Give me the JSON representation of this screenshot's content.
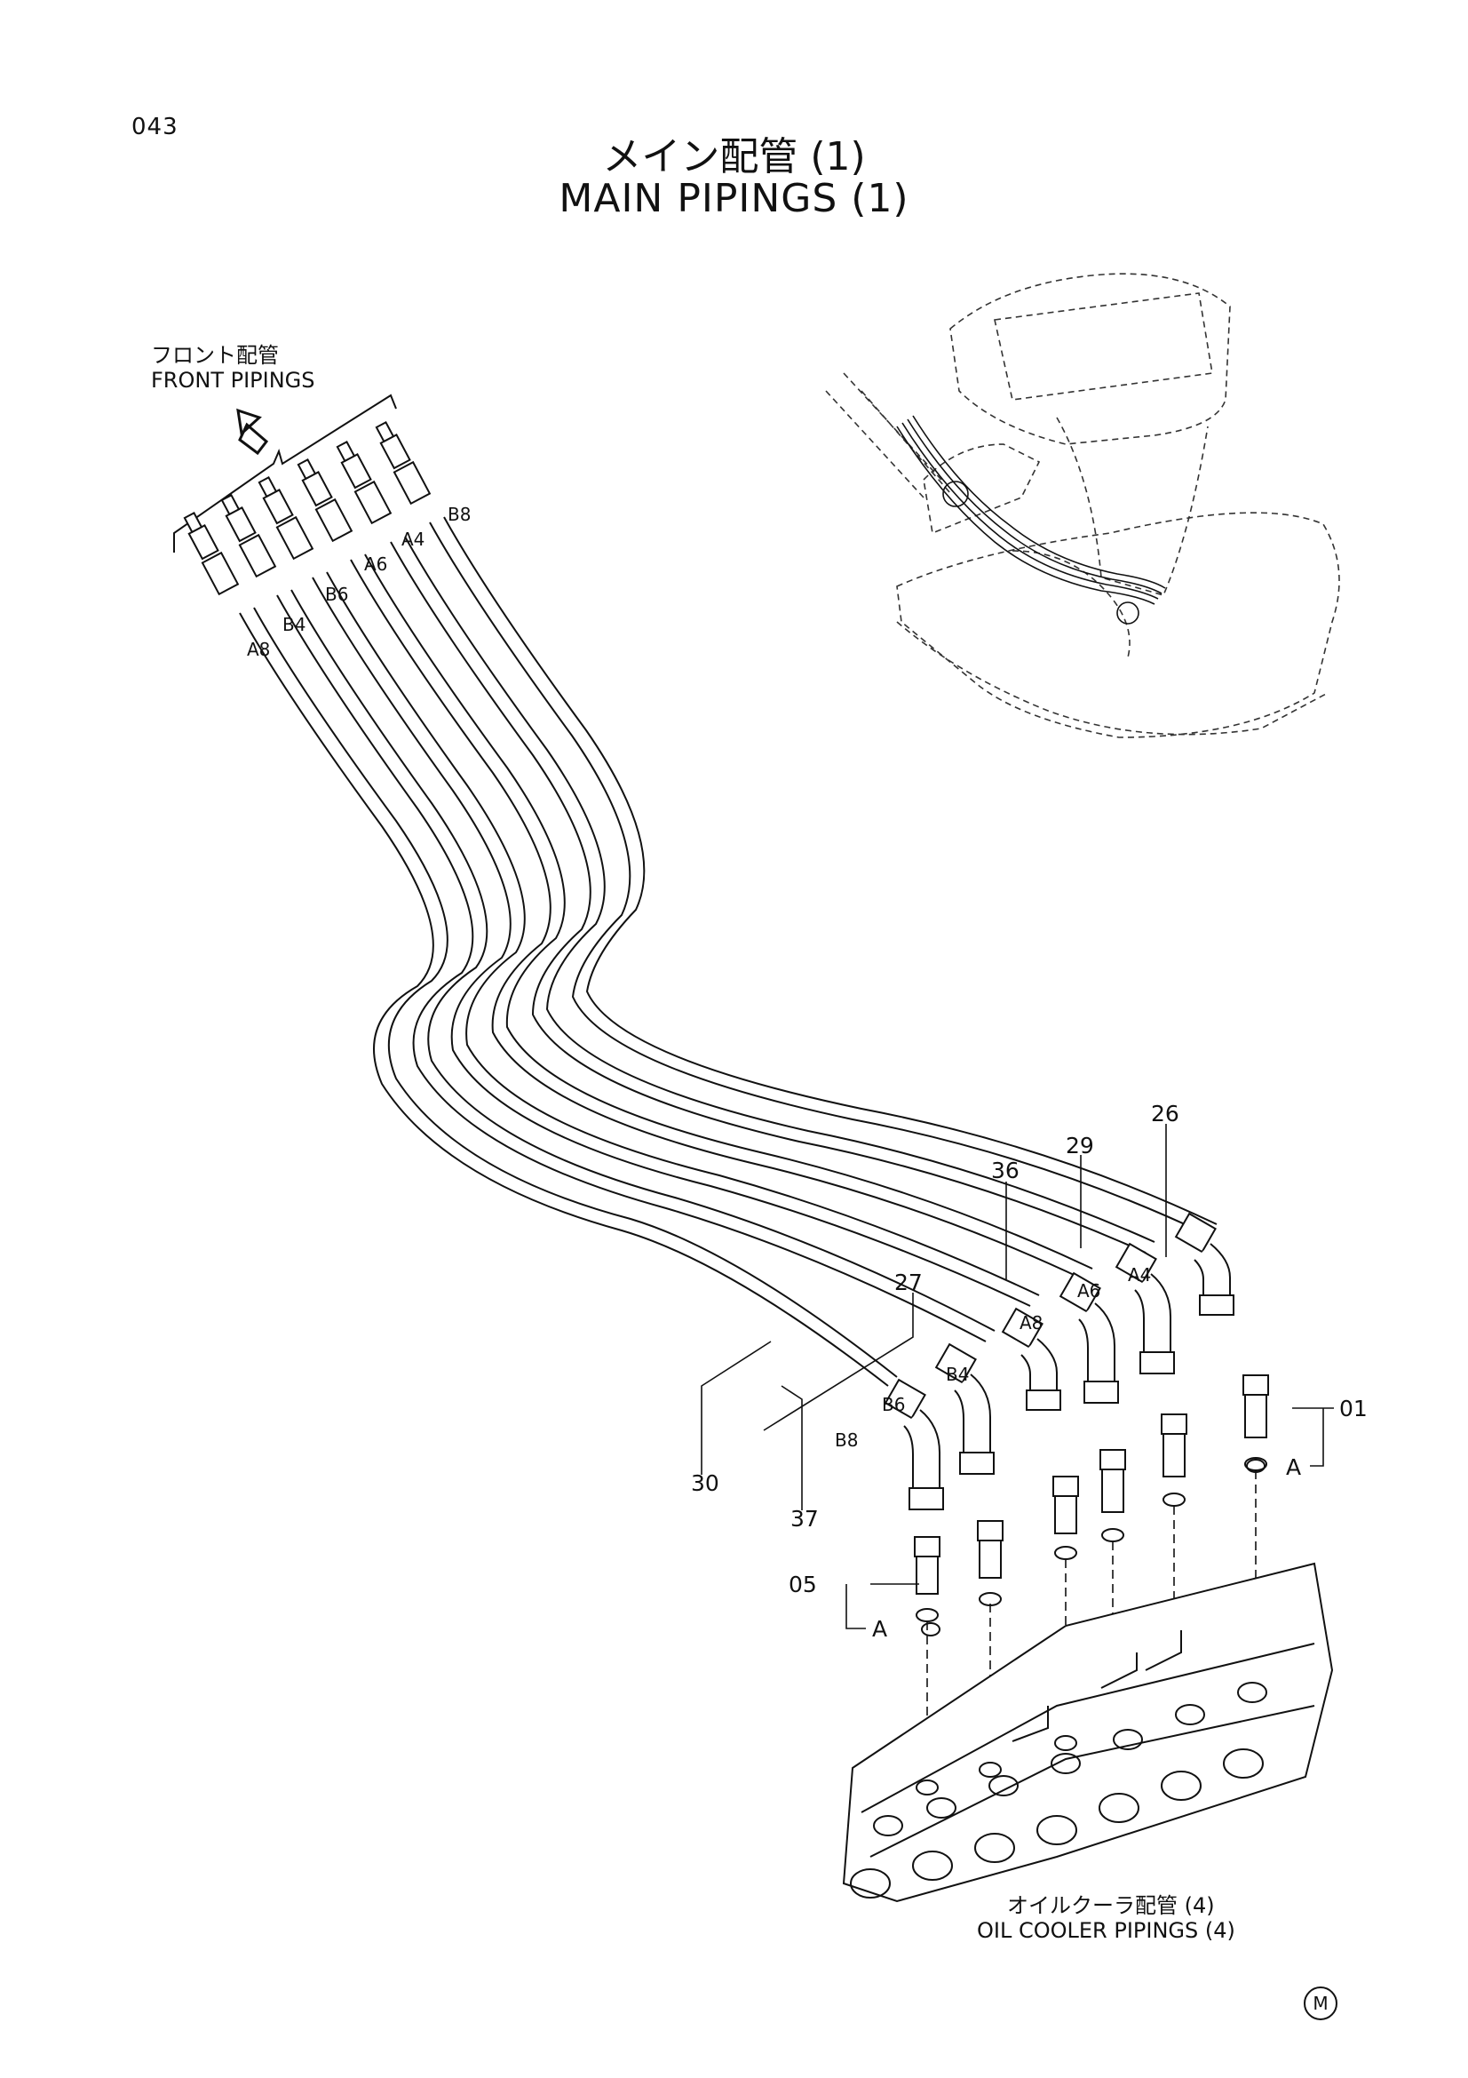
{
  "page_number": "043",
  "title_ja": "メイン配管 (1)",
  "title_en": "MAIN PIPINGS (1)",
  "front_pipings": {
    "ja": "フロント配管",
    "en": "FRONT PIPINGS"
  },
  "oil_cooler_pipings": {
    "ja": "オイルクーラ配管 (4)",
    "en": "OIL COOLER PIPINGS (4)"
  },
  "hose_tags_front": [
    "A8",
    "B4",
    "B6",
    "A6",
    "A4",
    "B8"
  ],
  "hose_tags_valve": [
    "B8",
    "B6",
    "B4",
    "A8",
    "A6",
    "A4"
  ],
  "part_numbers": [
    "26",
    "29",
    "36",
    "27",
    "30",
    "37",
    "01",
    "05"
  ],
  "detail_marker": "A",
  "corner_mark": "M"
}
